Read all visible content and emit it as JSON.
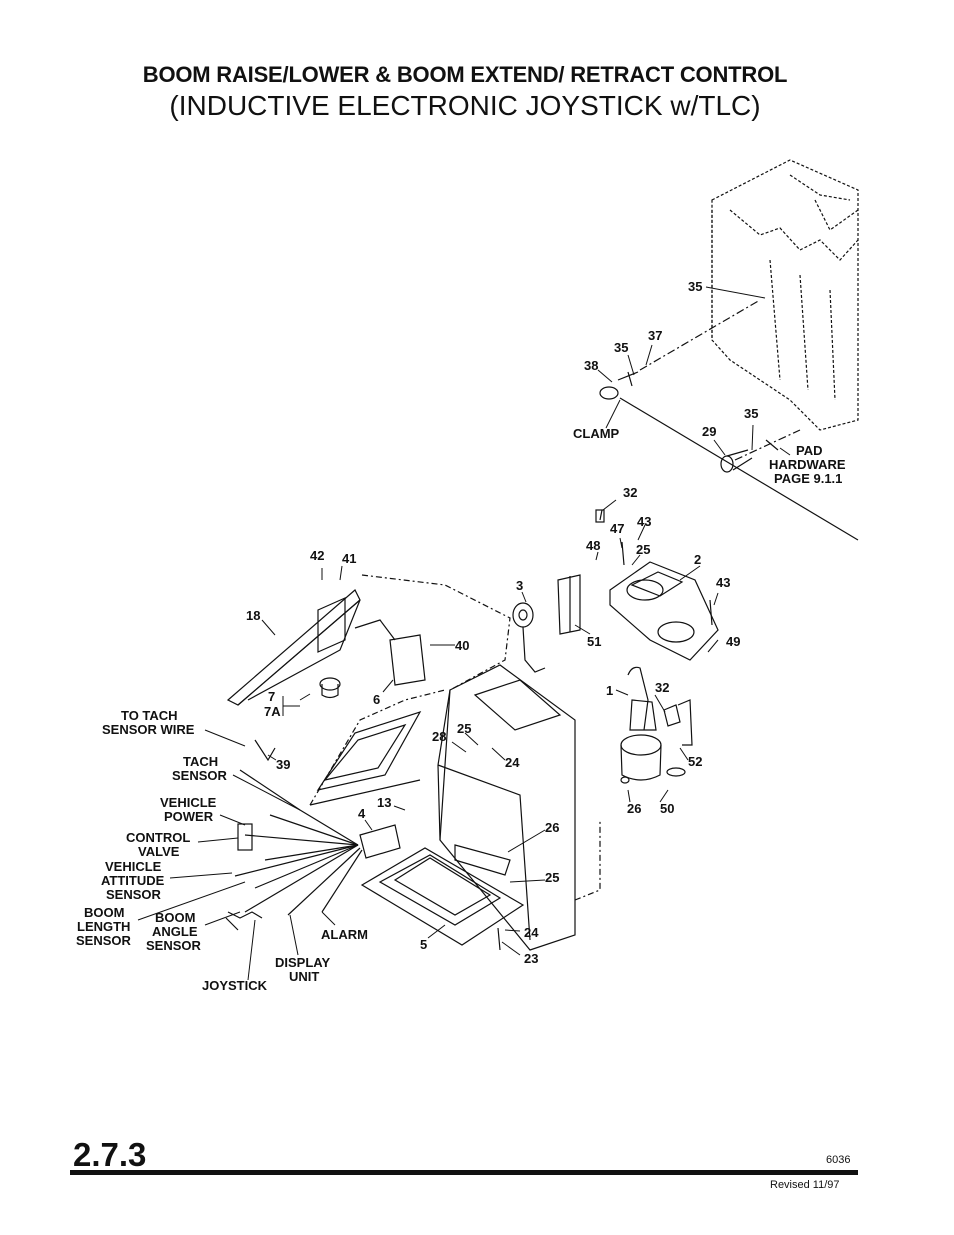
{
  "header": {
    "title": "BOOM RAISE/LOWER & BOOM EXTEND/ RETRACT CONTROL",
    "subtitle": "(INDUCTIVE ELECTRONIC JOYSTICK w/TLC)"
  },
  "callouts": {
    "c35a": "35",
    "c37": "37",
    "c35b": "35",
    "c38": "38",
    "clamp": "CLAMP",
    "c29": "29",
    "c35c": "35",
    "pad1": "PAD",
    "pad2": "HARDWARE",
    "pad3": "PAGE 9.1.1",
    "c32a": "32",
    "c47": "47",
    "c43a": "43",
    "c48": "48",
    "c25a": "25",
    "c2": "2",
    "c43b": "43",
    "c3": "3",
    "c51": "51",
    "c49": "49",
    "c42": "42",
    "c41": "41",
    "c18": "18",
    "c40": "40",
    "c6": "6",
    "c7": "7",
    "c7a": "7A",
    "c1": "1",
    "c32b": "32",
    "tach_wire1": "TO TACH",
    "tach_wire2": "SENSOR WIRE",
    "c39": "39",
    "tach1": "TACH",
    "tach2": "SENSOR",
    "c28": "28",
    "c25b": "25",
    "c24a": "24",
    "c52": "52",
    "c26a": "26",
    "c50": "50",
    "vp1": "VEHICLE",
    "vp2": "POWER",
    "c13": "13",
    "c4": "4",
    "cv1": "CONTROL",
    "cv2": "VALVE",
    "c26b": "26",
    "va1": "VEHICLE",
    "va2": "ATTITUDE",
    "va3": "SENSOR",
    "c25c": "25",
    "bl1": "BOOM",
    "bl2": "LENGTH",
    "bl3": "SENSOR",
    "ba1": "BOOM",
    "ba2": "ANGLE",
    "ba3": "SENSOR",
    "alarm": "ALARM",
    "c5": "5",
    "c24b": "24",
    "c23": "23",
    "du1": "DISPLAY",
    "du2": "UNIT",
    "joystick": "JOYSTICK"
  },
  "footer": {
    "page_number": "2.7.3",
    "drawing_number": "6036",
    "revised": "Revised 11/97"
  }
}
